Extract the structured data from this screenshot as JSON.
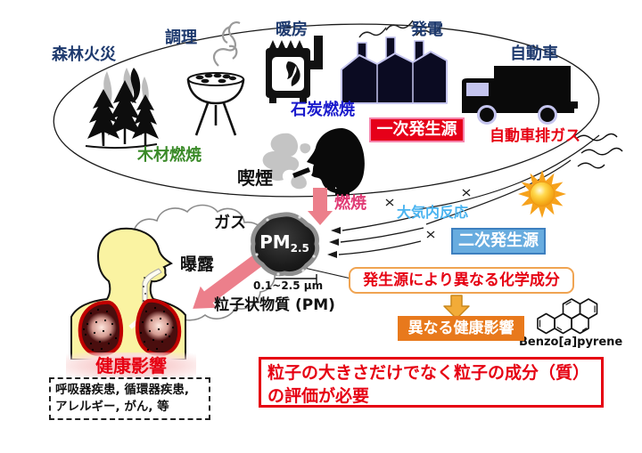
{
  "sources": {
    "forest_fire": "森林火災",
    "cooking": "調理",
    "heating": "暖房",
    "power": "発電",
    "automobile": "自動車",
    "wood_burning": "木材燃焼",
    "coal_burning": "石炭燃焼",
    "smoking": "喫煙",
    "primary_source_badge": "一次発生源",
    "auto_exhaust": "自動車排ガス"
  },
  "process": {
    "combustion": "燃焼",
    "atmospheric_reaction": "大気内反応",
    "secondary_source_badge": "二次発生源",
    "gas": "ガス",
    "exposure": "曝露"
  },
  "particle": {
    "name": "PM",
    "subscript": "2.5",
    "size_range": "0.1~2.5 μm",
    "caption": "粒子状物質 (PM)"
  },
  "effects": {
    "chemical_composition_note": "発生源により異なる化学成分",
    "different_health_effects": "異なる健康影響",
    "molecule_prefix": "Benzo[",
    "molecule_a": "a",
    "molecule_suffix": "]pyrene",
    "health_effects": "健康影響",
    "diseases_line1": "呼吸器疾患, 循環器疾患,",
    "diseases_line2": "アレルギー, がん, 等"
  },
  "conclusion": {
    "line1": "粒子の大きさだけでなく粒子の成分（質）",
    "line2": "の評価が必要"
  },
  "colors": {
    "navy_label": "#1e3a6e",
    "green_label": "#3a8a28",
    "blue_label": "#1a1acc",
    "red": "#e60012",
    "magenta": "#e03a74",
    "light_blue": "#4ab4f0",
    "primary_box_fill": "#e60019",
    "secondary_box_fill": "#68acdf",
    "orange_box_fill": "#e8791c",
    "orange_arrow_fill": "#f2ab38",
    "pink_arrow_fill": "#ec7f8b",
    "body_yellow": "#faf3a2",
    "lavender_accent": "#c4c4ee"
  }
}
